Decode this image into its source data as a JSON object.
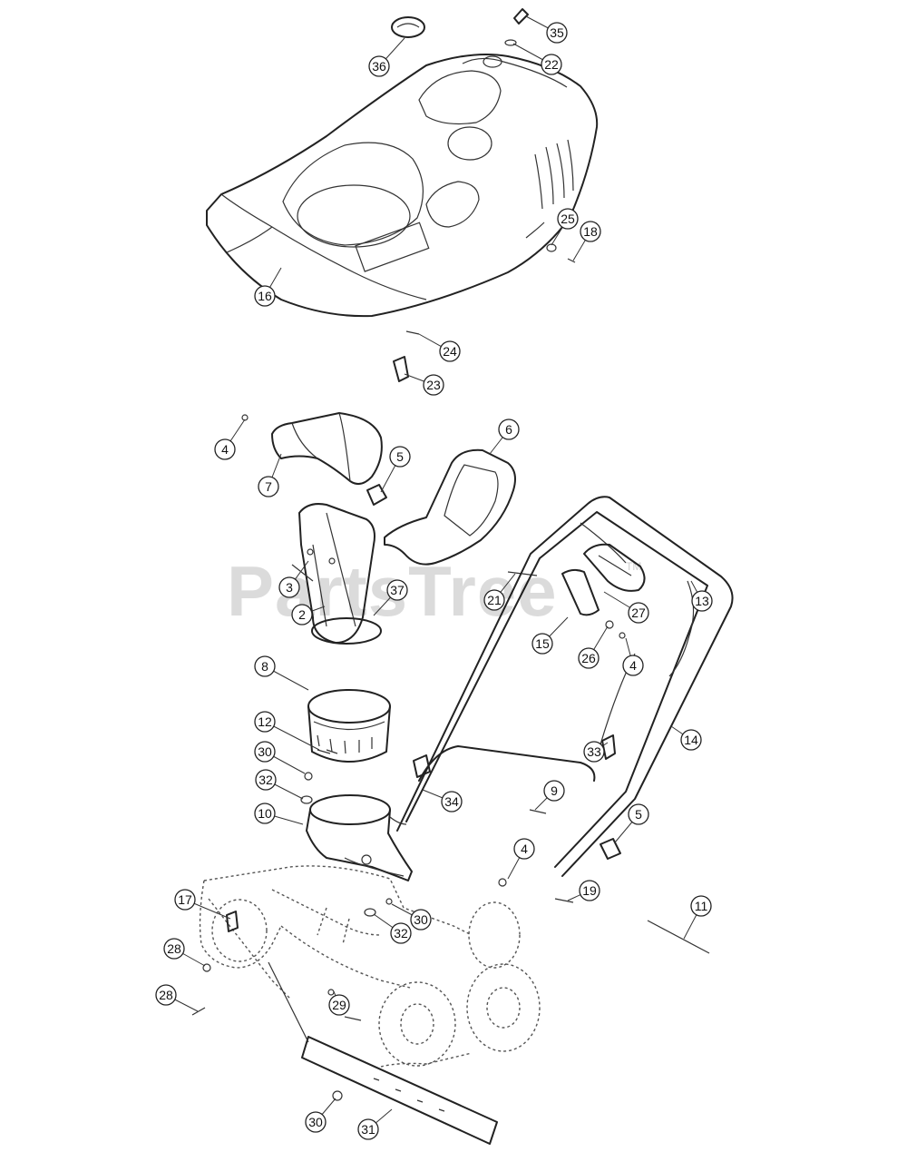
{
  "watermark": {
    "text": "PartsTree",
    "tm": "TM"
  },
  "callouts": [
    "35",
    "22",
    "36",
    "25",
    "18",
    "16",
    "24",
    "23",
    "4",
    "7",
    "5",
    "6",
    "3",
    "2",
    "37",
    "21",
    "27",
    "13",
    "15",
    "26",
    "4",
    "8",
    "12",
    "30",
    "32",
    "33",
    "14",
    "34",
    "9",
    "10",
    "5",
    "4",
    "17",
    "30",
    "32",
    "19",
    "11",
    "28",
    "29",
    "28",
    "30",
    "31"
  ]
}
